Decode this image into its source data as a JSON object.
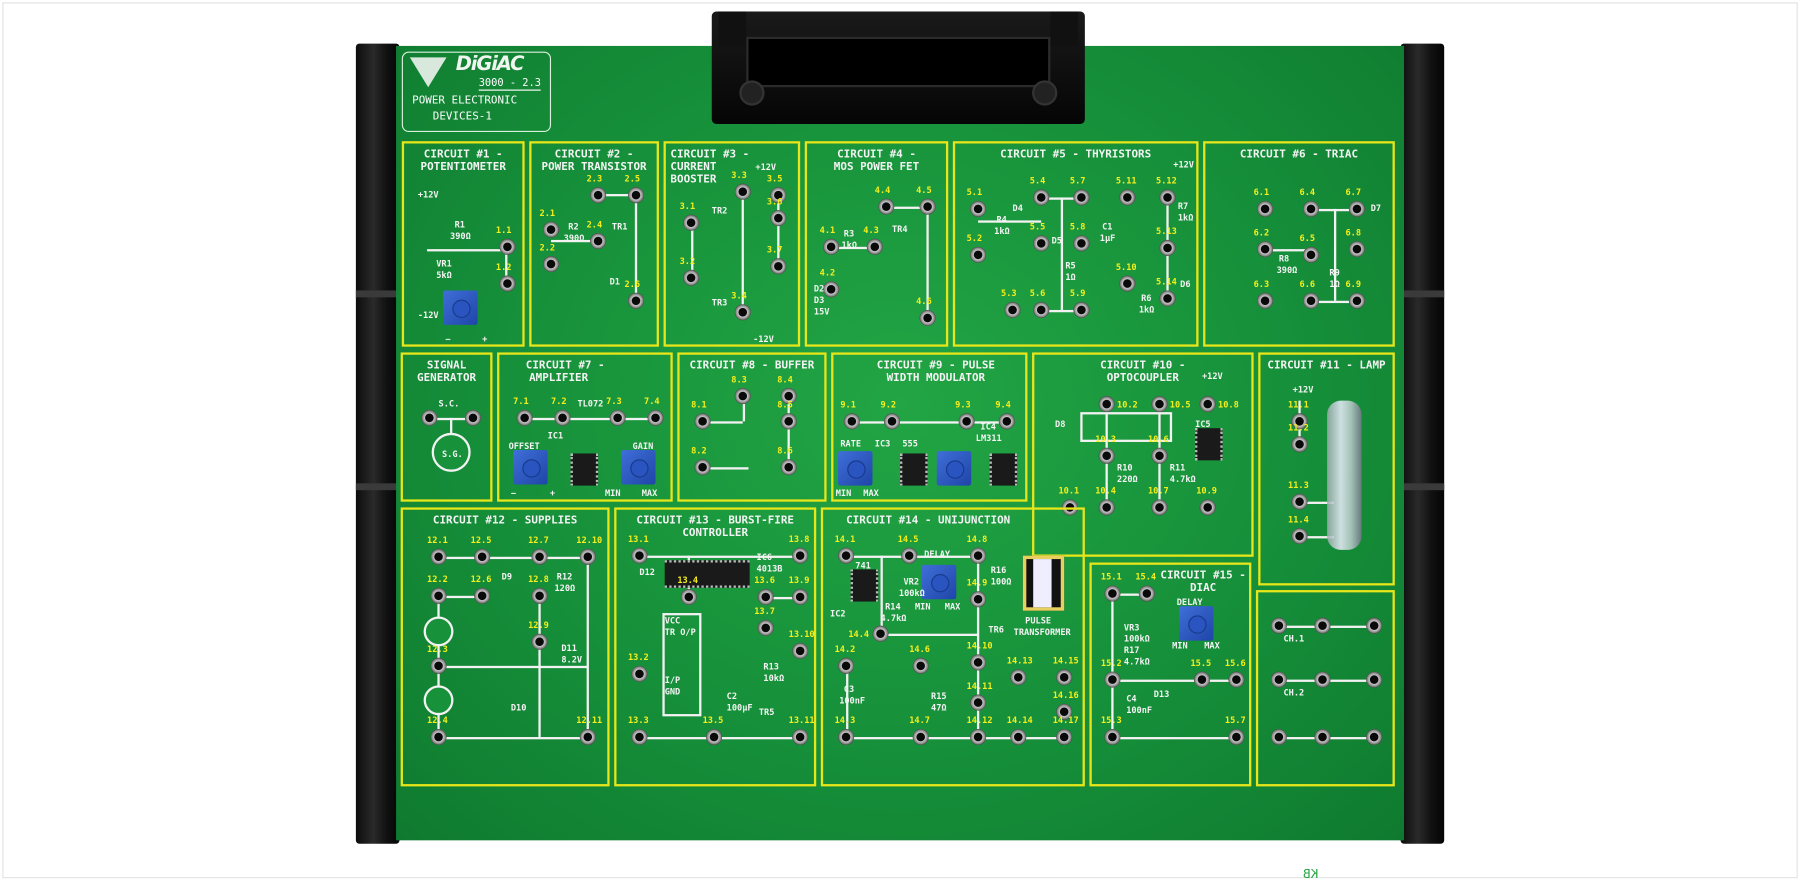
{
  "logo": {
    "brand": "DiGiAC",
    "model": "3000 - 2.3",
    "title_line1": "POWER ELECTRONIC",
    "title_line2": "DEVICES-1"
  },
  "silkscreen": "KB",
  "colors": {
    "board": "#16903a",
    "panel_border": "#e6e61a",
    "pin_label": "#f5ef1c",
    "rail": "#111111",
    "pot": "#2a55c0"
  },
  "panels": [
    {
      "id": "p1",
      "title": "CIRCUIT #1 -\nPOTENTIOMETER",
      "pins": [
        "1.1",
        "1.2"
      ],
      "labels": [
        "+12V",
        "R1",
        "390Ω",
        "VR1",
        "5kΩ",
        "-12V",
        "−",
        "+"
      ]
    },
    {
      "id": "p2",
      "title": "CIRCUIT #2 -\nPOWER TRANSISTOR",
      "pins": [
        "2.3",
        "2.5",
        "2.1",
        "2.4",
        "2.2",
        "2.6"
      ],
      "labels": [
        "R2",
        "390Ω",
        "TR1",
        "D1"
      ]
    },
    {
      "id": "p3",
      "title": "CIRCUIT #3 - CURRENT\nBOOSTER      ",
      "pins": [
        "3.3",
        "3.5",
        "3.1",
        "3.6",
        "3.7",
        "3.2",
        "3.4"
      ],
      "labels": [
        "+12V",
        "-12V",
        "TR2",
        "TR3"
      ]
    },
    {
      "id": "p4",
      "title": "CIRCUIT #4 -\nMOS POWER FET",
      "pins": [
        "4.4",
        "4.5",
        "4.1",
        "4.3",
        "4.2",
        "4.6"
      ],
      "labels": [
        "R3",
        "1kΩ",
        "TR4",
        "D2",
        "D3",
        "15V"
      ]
    },
    {
      "id": "p5",
      "title": "CIRCUIT #5 - THYRISTORS",
      "pins": [
        "5.4",
        "5.7",
        "5.11",
        "5.12",
        "5.1",
        "5.5",
        "5.8",
        "5.13",
        "5.2",
        "5.10",
        "5.14",
        "5.6",
        "5.9",
        "5.3"
      ],
      "labels": [
        "+12V",
        "R4",
        "1kΩ",
        "D4",
        "D5",
        "R5",
        "1Ω",
        "C1",
        "1µF",
        "R7",
        "1kΩ",
        "R6",
        "1kΩ",
        "D6"
      ]
    },
    {
      "id": "p6",
      "title": "CIRCUIT #6 - TRIAC",
      "pins": [
        "6.1",
        "6.4",
        "6.7",
        "6.2",
        "6.5",
        "6.8",
        "6.3",
        "6.6",
        "6.9"
      ],
      "labels": [
        "R8",
        "390Ω",
        "D7",
        "R9",
        "1Ω"
      ]
    },
    {
      "id": "sg",
      "title": "SIGNAL\nGENERATOR",
      "pins": [
        "",
        ""
      ],
      "labels": [
        "S.C.",
        "S.G."
      ]
    },
    {
      "id": "p7",
      "title": "CIRCUIT #7 -      \nAMPLIFIER        ",
      "pins": [
        "7.1",
        "7.2",
        "7.3",
        "7.4"
      ],
      "labels": [
        "TL072",
        "IC1",
        "OFFSET",
        "GAIN",
        "−",
        "+",
        "MIN",
        "MAX"
      ]
    },
    {
      "id": "p8",
      "title": "CIRCUIT #8 - BUFFER",
      "pins": [
        "8.3",
        "8.4",
        "8.1",
        "8.5",
        "8.2",
        "8.6"
      ],
      "labels": []
    },
    {
      "id": "p9",
      "title": "  CIRCUIT #9 - PULSE\n  WIDTH MODULATOR",
      "pins": [
        "9.1",
        "9.2",
        "9.3",
        "9.4"
      ],
      "labels": [
        "RATE",
        "IC3",
        "555",
        "IC4",
        "LM311",
        "MIN",
        "MAX"
      ]
    },
    {
      "id": "p10",
      "title": "CIRCUIT #10 -\nOPTOCOUPLER",
      "pins": [
        "10.2",
        "10.5",
        "10.8",
        "10.3",
        "10.6",
        "10.1",
        "10.4",
        "10.7",
        "10.9"
      ],
      "labels": [
        "+12V",
        "D8",
        "IC5",
        "R10",
        "220Ω",
        "R11",
        "4.7kΩ"
      ]
    },
    {
      "id": "p11",
      "title": "CIRCUIT #11 - LAMP",
      "pins": [
        "11.1",
        "11.2",
        "11.3",
        "11.4"
      ],
      "labels": [
        "+12V"
      ]
    },
    {
      "id": "p12",
      "title": "CIRCUIT #12 - SUPPLIES",
      "pins": [
        "12.1",
        "12.5",
        "12.7",
        "12.10",
        "12.2",
        "12.6",
        "12.8",
        "12.9",
        "12.3",
        "12.4",
        "12.11"
      ],
      "labels": [
        "D9",
        "R12",
        "120Ω",
        "D11",
        "8.2V",
        "D10"
      ]
    },
    {
      "id": "p13",
      "title": "CIRCUIT #13 - BURST-FIRE\nCONTROLLER",
      "pins": [
        "13.1",
        "13.8",
        "13.4",
        "13.6",
        "13.9",
        "13.7",
        "13.10",
        "13.2",
        "13.3",
        "13.5",
        "13.11"
      ],
      "labels": [
        "D12",
        "IC6",
        "4013B",
        "VCC",
        "TR O/P",
        "I/P",
        "GND",
        "C2",
        "100µF",
        "R13",
        "10kΩ",
        "TR5"
      ]
    },
    {
      "id": "p14",
      "title": "CIRCUIT #14 - UNIJUNCTION",
      "pins": [
        "14.1",
        "14.5",
        "14.8",
        "14.9",
        "14.4",
        "14.2",
        "14.6",
        "14.10",
        "14.13",
        "14.15",
        "14.16",
        "14.11",
        "14.3",
        "14.7",
        "14.12",
        "14.14",
        "14.17"
      ],
      "labels": [
        "741",
        "IC2",
        "DELAY",
        "VR2",
        "100kΩ",
        "R14",
        "4.7kΩ",
        "MIN",
        "MAX",
        "R16",
        "100Ω",
        "TR6",
        "C3",
        "100nF",
        "R15",
        "47Ω",
        "PULSE",
        "TRANSFORMER"
      ]
    },
    {
      "id": "p15",
      "title": "          CIRCUIT #15 -\n             DIAC",
      "pins": [
        "15.1",
        "15.4",
        "15.2",
        "15.5",
        "15.6",
        "15.3",
        "15.7"
      ],
      "labels": [
        "DELAY",
        "VR3",
        "100kΩ",
        "R17",
        "4.7kΩ",
        "MIN",
        "MAX",
        "D13",
        "C4",
        "100nF"
      ]
    },
    {
      "id": "ch",
      "title": "",
      "pins": [
        "",
        "",
        "",
        "",
        "",
        "",
        "",
        "",
        ""
      ],
      "labels": [
        "CH.1",
        "CH.2"
      ]
    }
  ]
}
